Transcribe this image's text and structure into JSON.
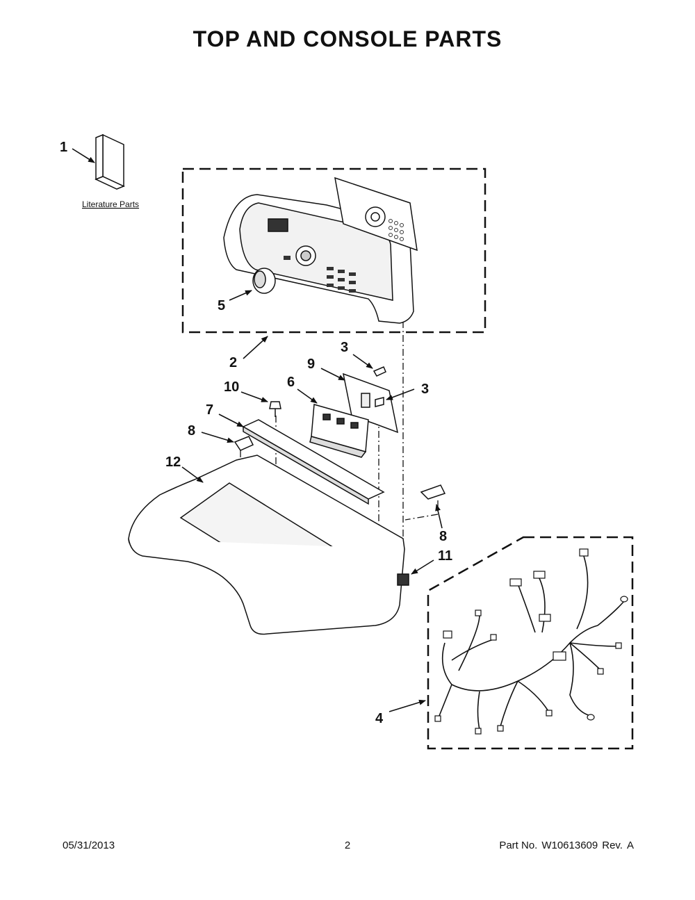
{
  "title": "TOP AND CONSOLE PARTS",
  "literature_label": "Literature Parts",
  "callouts": {
    "c1": "1",
    "c2": "2",
    "c3a": "3",
    "c3b": "3",
    "c4": "4",
    "c5": "5",
    "c6": "6",
    "c7": "7",
    "c8a": "8",
    "c8b": "8",
    "c9": "9",
    "c10": "10",
    "c11": "11",
    "c12": "12"
  },
  "footer": {
    "date": "05/31/2013",
    "page": "2",
    "part_label": "Part No.",
    "part_number": "W10613609",
    "rev_label": "Rev.",
    "rev": "A"
  }
}
